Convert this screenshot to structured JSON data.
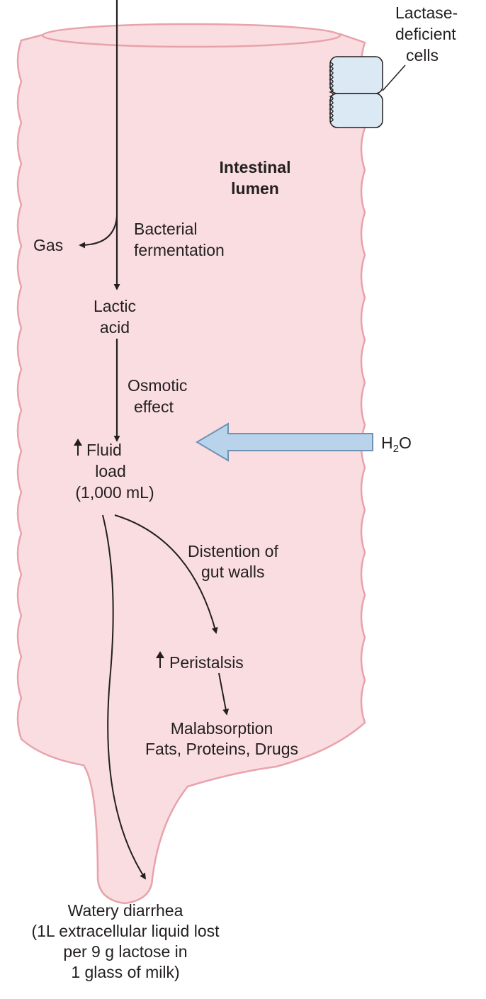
{
  "colors": {
    "lumen_fill": "#f9dde0",
    "lumen_outline": "#e8a2ab",
    "cell_fill": "#dbe9f5",
    "water_arrow_fill": "#b8d3ea",
    "water_arrow_stroke": "#6f93b5",
    "text": "#231f20"
  },
  "labels": {
    "lactase_cells": [
      "Lactase-",
      "deficient",
      "cells"
    ],
    "intestinal_lumen": [
      "Intestinal",
      "lumen"
    ],
    "gas": "Gas",
    "bacterial_fermentation": [
      "Bacterial",
      "fermentation"
    ],
    "lactic_acid": [
      "Lactic",
      "acid"
    ],
    "osmotic_effect": [
      "Osmotic",
      "effect"
    ],
    "fluid_load": [
      "Fluid",
      "load",
      "(1,000 mL)"
    ],
    "water": {
      "main": "H",
      "subscript": "2",
      "tail": "O"
    },
    "distention": [
      "Distention of",
      "gut walls"
    ],
    "peristalsis": "Peristalsis",
    "malabsorption": [
      "Malabsorption",
      "Fats, Proteins, Drugs"
    ],
    "watery_diarrhea": [
      "Watery diarrhea",
      "(1L extracellular liquid lost",
      "per 9 g lactose in",
      "1 glass of milk)"
    ]
  },
  "icons": {
    "increase": "up-arrow-icon"
  }
}
